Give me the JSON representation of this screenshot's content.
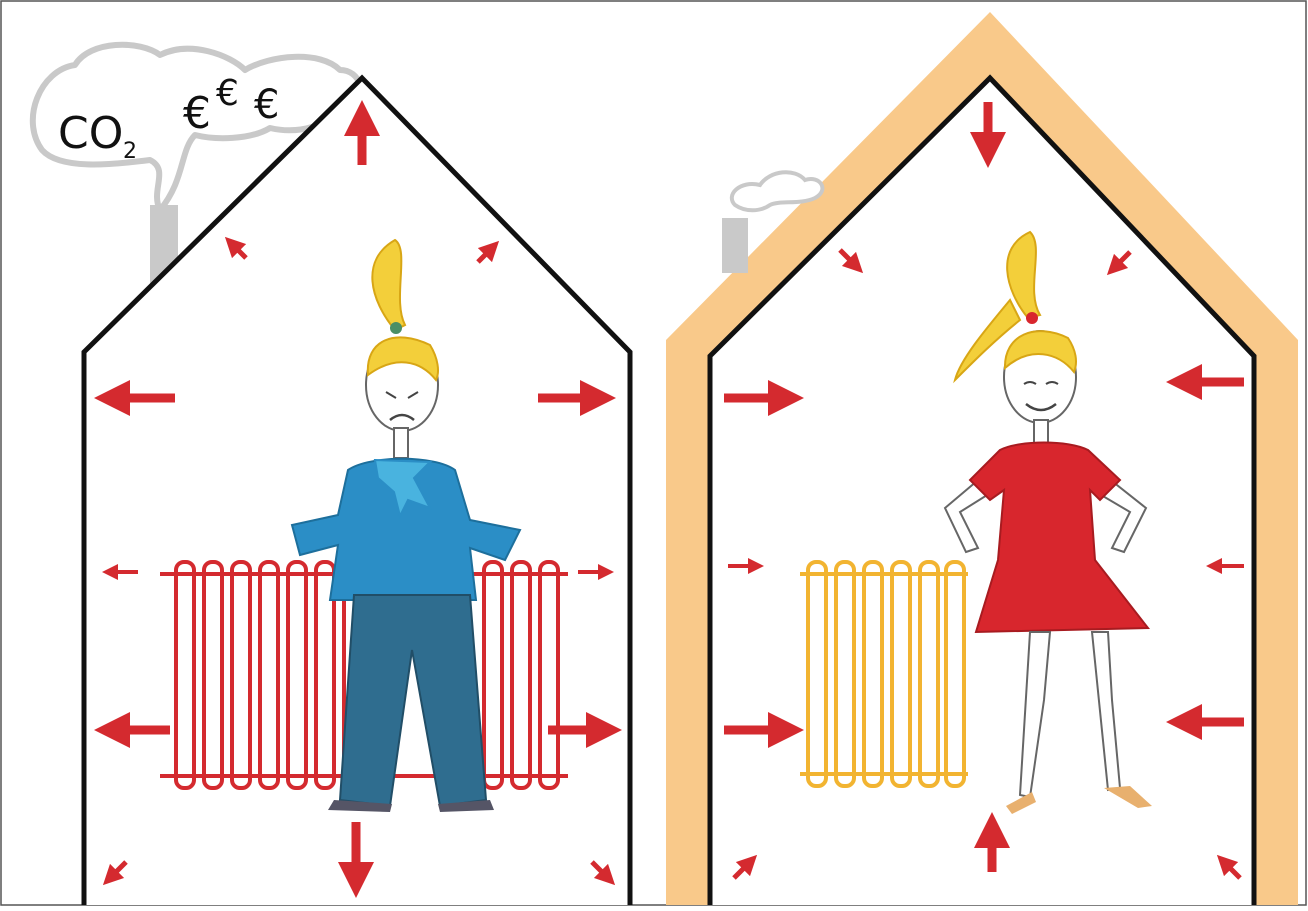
{
  "smoke": {
    "label_co2_main": "CO",
    "label_co2_sub": "2",
    "label_euro_1": "€",
    "label_euro_2": "€",
    "label_euro_3": "€"
  },
  "colors": {
    "arrow": "#d42a2f",
    "wall": "#111111",
    "insulation": "#f9c98a",
    "smoke_outline": "#c9c9c9",
    "chimney": "#c9c9c9",
    "radiator_hot": "#d42a2f",
    "radiator_warm": "#f2b431",
    "jacket": "#2b8ec6",
    "scarf": "#49b3df",
    "trousers": "#2f6d8f",
    "dress": "#d8262d",
    "hair": "#f3cf3a",
    "skin": "#ffffff"
  },
  "panels": [
    {
      "name": "uninsulated-house",
      "insulated": false,
      "heat_flow": "outward",
      "mood": "unhappy"
    },
    {
      "name": "insulated-house",
      "insulated": true,
      "heat_flow": "inward",
      "mood": "happy"
    }
  ]
}
